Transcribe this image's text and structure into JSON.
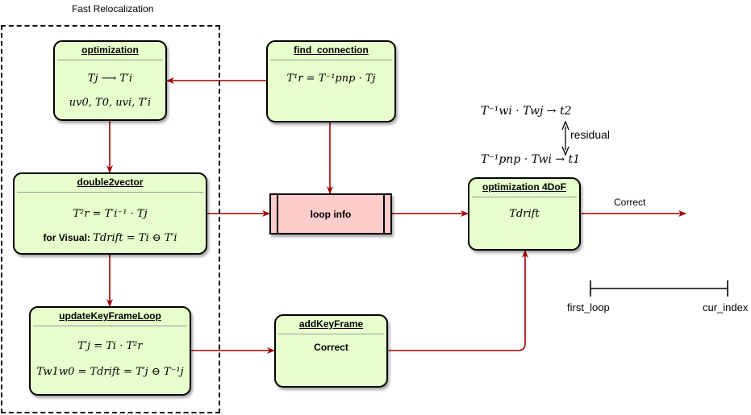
{
  "group": {
    "label": "Fast Relocalization"
  },
  "nodes": {
    "optimization": {
      "title": "optimization",
      "line1": "Tj ⟶ T′i",
      "line2": "uv0, T0, uvi, T′i"
    },
    "find_connection": {
      "title": "find_connection",
      "line1": "T¹r = T⁻¹pnp · Tj"
    },
    "double2vector": {
      "title": "double2vector",
      "line1": "T²r = T′i⁻¹ · Tj",
      "line2_prefix": "for Visual: ",
      "line2_math": "Tdrift = Ti ⊖ T′i"
    },
    "update_keyframe_loop": {
      "title": "updateKeyFrameLoop",
      "line1": "T′j = Ti · T²r",
      "line2": "Tw1w0 = Tdrift = T′j ⊖ T⁻¹j"
    },
    "add_keyframe": {
      "title": "addKeyFrame",
      "line1": "Correct"
    },
    "optimization_4dof": {
      "title": "optimization 4DoF",
      "line1": "Tdrift"
    }
  },
  "process": {
    "label": "loop info"
  },
  "annotations": {
    "eq_top": "T⁻¹wi · Twj → t2",
    "residual": "residual",
    "eq_bottom": "T⁻¹pnp · Twi → t1",
    "correct_out": "Correct"
  },
  "scale": {
    "left": "first_loop",
    "right": "cur_index"
  },
  "colors": {
    "arrow": "#a10000",
    "node_fill": "#e6ffcc",
    "process_fill": "#ffcccc"
  }
}
